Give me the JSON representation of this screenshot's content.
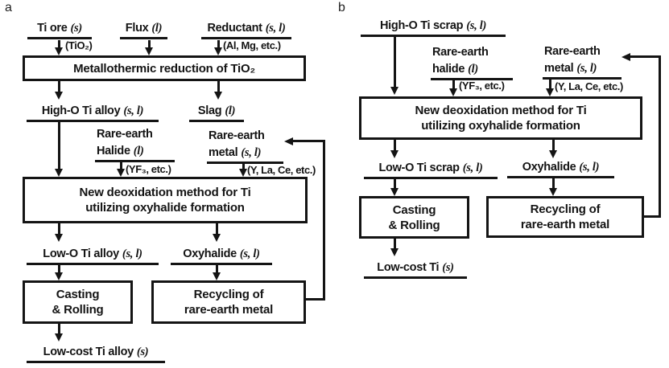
{
  "colors": {
    "ink": "#141414",
    "background": "#ffffff"
  },
  "panel_a": {
    "label": "a",
    "ti_ore": {
      "name": "Ti ore",
      "phase": "(s)"
    },
    "ti_ore_note": "(TiO₂)",
    "flux": {
      "name": "Flux",
      "phase": "(l)"
    },
    "reductant": {
      "name": "Reductant",
      "phase": "(s, l)"
    },
    "reductant_note": "(Al, Mg, etc.)",
    "box_reduction": "Metallothermic reduction of TiO₂",
    "high_o": {
      "name": "High-O Ti alloy",
      "phase": "(s, l)"
    },
    "slag": {
      "name": "Slag",
      "phase": "(l)"
    },
    "re_halide": {
      "line1": "Rare-earth",
      "line2": "Halide",
      "phase": "(l)",
      "note": "(YF₃, etc.)"
    },
    "re_metal": {
      "line1": "Rare-earth",
      "line2": "metal",
      "phase": "(s, l)",
      "note": "(Y, La, Ce, etc.)"
    },
    "box_deox": {
      "line1": "New deoxidation method for Ti",
      "line2": "utilizing oxyhalide formation"
    },
    "low_o": {
      "name": "Low-O Ti alloy",
      "phase": "(s, l)"
    },
    "oxyhalide": {
      "name": "Oxyhalide",
      "phase": "(s, l)"
    },
    "box_casting": {
      "line1": "Casting",
      "line2": "& Rolling"
    },
    "box_recycling": {
      "line1": "Recycling of",
      "line2": "rare-earth metal"
    },
    "product": {
      "name": "Low-cost Ti alloy",
      "phase": "(s)"
    }
  },
  "panel_b": {
    "label": "b",
    "high_o_scrap": {
      "name": "High-O Ti scrap",
      "phase": "(s, l)"
    },
    "re_halide": {
      "line1": "Rare-earth",
      "line2": "halide",
      "phase": "(l)",
      "note": "(YF₃, etc.)"
    },
    "re_metal": {
      "line1": "Rare-earth",
      "line2": "metal",
      "phase": "(s, l)",
      "note": "(Y, La, Ce, etc.)"
    },
    "box_deox": {
      "line1": "New deoxidation method for Ti",
      "line2": "utilizing oxyhalide formation"
    },
    "low_o_scrap": {
      "name": "Low-O Ti scrap",
      "phase": "(s, l)"
    },
    "oxyhalide": {
      "name": "Oxyhalide",
      "phase": "(s, l)"
    },
    "box_casting": {
      "line1": "Casting",
      "line2": "& Rolling"
    },
    "box_recycling": {
      "line1": "Recycling of",
      "line2": "rare-earth metal"
    },
    "product": {
      "name": "Low-cost Ti",
      "phase": "(s)"
    }
  }
}
